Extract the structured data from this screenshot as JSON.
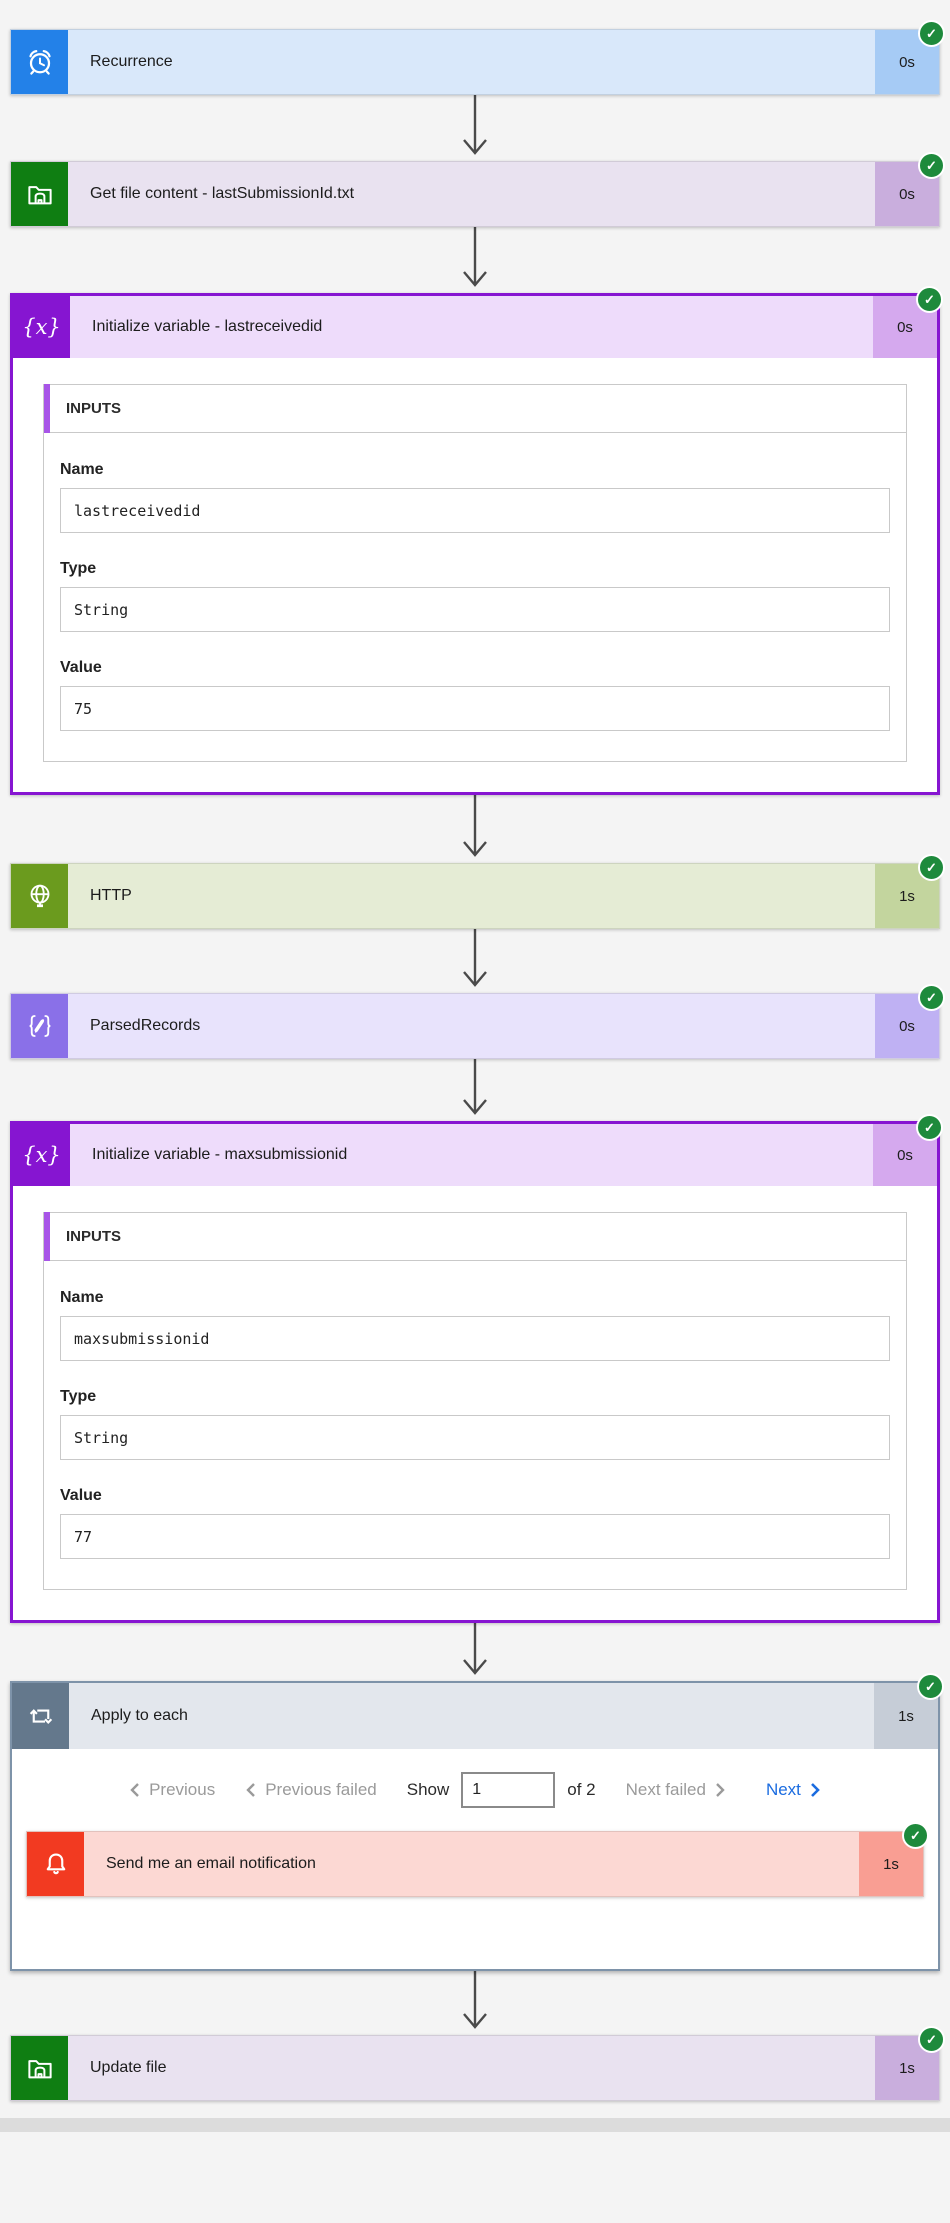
{
  "colors": {
    "success_green": "#1e8a3c",
    "recurrence_blue": "#2381e8",
    "file_green": "#0f7e12",
    "variable_purple": "#8615d1",
    "http_olive": "#6b9b1e",
    "compose_purple": "#8a70e8",
    "loop_slate": "#64788c",
    "notification_red": "#f23a21",
    "next_link_blue": "#1b6ce0"
  },
  "icons": {
    "check": "✓",
    "variable": "{x}",
    "brace_left": "{",
    "brace_right": "}"
  },
  "flow": {
    "recurrence": {
      "title": "Recurrence",
      "duration": "0s"
    },
    "get_file": {
      "title": "Get file content - lastSubmissionId.txt",
      "duration": "0s"
    },
    "init_lastreceivedid": {
      "title": "Initialize variable - lastreceivedid",
      "duration": "0s",
      "inputs_label": "INPUTS",
      "fields": [
        {
          "label": "Name",
          "value": "lastreceivedid"
        },
        {
          "label": "Type",
          "value": "String"
        },
        {
          "label": "Value",
          "value": "75"
        }
      ]
    },
    "http": {
      "title": "HTTP",
      "duration": "1s"
    },
    "parsedrecords": {
      "title": "ParsedRecords",
      "duration": "0s"
    },
    "init_maxsubmissionid": {
      "title": "Initialize variable - maxsubmissionid",
      "duration": "0s",
      "inputs_label": "INPUTS",
      "fields": [
        {
          "label": "Name",
          "value": "maxsubmissionid"
        },
        {
          "label": "Type",
          "value": "String"
        },
        {
          "label": "Value",
          "value": "77"
        }
      ]
    },
    "apply_to_each": {
      "title": "Apply to each",
      "duration": "1s",
      "pagination": {
        "previous": "Previous",
        "previous_failed": "Previous failed",
        "show_label": "Show",
        "page_value": "1",
        "of_label": "of 2",
        "next_failed": "Next failed",
        "next": "Next"
      },
      "child": {
        "title": "Send me an email notification",
        "duration": "1s"
      }
    },
    "update_file": {
      "title": "Update file",
      "duration": "1s"
    }
  }
}
